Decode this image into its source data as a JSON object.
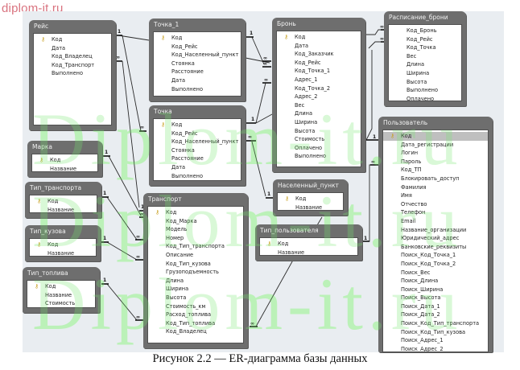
{
  "site_label": "diplom-it.ru",
  "watermark": "Diplom-it.ru",
  "caption": "Рисунок 2.2  — ER-диаграмма базы данных",
  "key_icon": "primary-key-icon",
  "tables": {
    "reys": {
      "title": "Рейс",
      "fields": [
        "Код",
        "Дата",
        "Код_Владелец",
        "Код_Транспорт",
        "Выполнено"
      ],
      "pk": 0
    },
    "tochka1": {
      "title": "Точка_1",
      "fields": [
        "Код",
        "Код_Рейс",
        "Код_Населенный_пункт",
        "Стоянка",
        "Расстояние",
        "Дата",
        "Выполнено"
      ],
      "pk": 0
    },
    "bron": {
      "title": "Бронь",
      "fields": [
        "Код",
        "Дата",
        "Код_Заказчик",
        "Код_Рейс",
        "Код_Точка_1",
        "Адрес_1",
        "Код_Точка_2",
        "Адрес_2",
        "Вес",
        "Длина",
        "Ширина",
        "Высота",
        "Стоимость",
        "Оплачено",
        "Выполнено"
      ],
      "pk": 0
    },
    "raspisanie": {
      "title": "Расписание_брони",
      "fields": [
        "Код_Бронь",
        "Код_Рейс",
        "Код_Точка",
        "Вес",
        "Длина",
        "Ширина",
        "Высота",
        "Выполнено",
        "Оплачено"
      ],
      "pk": -1
    },
    "tochka": {
      "title": "Точка",
      "fields": [
        "Код",
        "Код_Рейс",
        "Код_Населенный_пункт",
        "Стоянка",
        "Расстояние",
        "Дата",
        "Выполнено"
      ],
      "pk": 0
    },
    "marka": {
      "title": "Марка",
      "fields": [
        "Код",
        "Название"
      ],
      "pk": 0
    },
    "tip_transporta": {
      "title": "Тип_транспорта",
      "fields": [
        "Код",
        "Название"
      ],
      "pk": 0
    },
    "tip_kuzova": {
      "title": "Тип_кузова",
      "fields": [
        "Код",
        "Название"
      ],
      "pk": 0
    },
    "tip_topliva": {
      "title": "Тип_топлива",
      "fields": [
        "Код",
        "Название",
        "Стоимость"
      ],
      "pk": 0
    },
    "transport": {
      "title": "Транспорт",
      "fields": [
        "Код",
        "Код_Марка",
        "Модель",
        "Номер",
        "Код_Тип_транспорта",
        "Описание",
        "Код_Тип_кузова",
        "Грузоподъемность",
        "Длина",
        "Ширина",
        "Высота",
        "Стоимость_км",
        "Расход_топлива",
        "Код_Тип_топлива",
        "Код_Владелец"
      ],
      "pk": 0
    },
    "naselenny": {
      "title": "Населенный_пункт",
      "fields": [
        "Код",
        "Название"
      ],
      "pk": 0
    },
    "tip_polzovatelya": {
      "title": "Тип_пользователя",
      "fields": [
        "Код",
        "Название"
      ],
      "pk": 0
    },
    "polzovatel": {
      "title": "Пользователь",
      "fields": [
        "Код",
        "Дата_регистрации",
        "Логин",
        "Пароль",
        "Код_ТП",
        "Блокировать_доступ",
        "Фамилия",
        "Имя",
        "Отчество",
        "Телефон",
        "Email",
        "Название_организации",
        "Юридический_адрес",
        "Банковские_реквизиты",
        "Поиск_Код_Точка_1",
        "Поиск_Код_Точка_2",
        "Поиск_Вес",
        "Поиск_Длина",
        "Поиск_Ширина",
        "Поиск_Высота",
        "Поиск_Дата_1",
        "Поиск_Дата_2",
        "Поиск_Код_Тип_транспорта",
        "Поиск_Код_Тип_кузова",
        "Поиск_Адрес_1",
        "Поиск_Адрес_2"
      ],
      "pk": 0,
      "selected": 0
    }
  },
  "relationships": [
    {
      "from": "Рейс.Код",
      "to": "Точка_1.Код_Рейс",
      "one": "1",
      "many": "∞"
    },
    {
      "from": "Рейс.Код",
      "to": "Точка.Код_Рейс",
      "one": "1",
      "many": "∞"
    },
    {
      "from": "Транспорт.Код",
      "to": "Рейс.Код_Транспорт",
      "one": "1",
      "many": "∞"
    },
    {
      "from": "Точка_1.Код",
      "to": "Бронь.Код_Точка_1",
      "one": "1",
      "many": "∞"
    },
    {
      "from": "Точка.Код",
      "to": "Бронь.Код_Точка_2",
      "one": "1",
      "many": "∞"
    },
    {
      "from": "Населенный_пункт.Код",
      "to": "Точка.Код_Населенный_пункт",
      "one": "1",
      "many": "∞"
    },
    {
      "from": "Бронь.Код",
      "to": "Расписание_брони.Код_Бронь",
      "one": "1",
      "many": "∞"
    },
    {
      "from": "Пользователь.Код",
      "to": "Бронь.Код_Заказчик",
      "one": "1",
      "many": "∞"
    },
    {
      "from": "Марка.Код",
      "to": "Транспорт.Код_Марка",
      "one": "1",
      "many": "∞"
    },
    {
      "from": "Тип_транспорта.Код",
      "to": "Транспорт.Код_Тип_транспорта",
      "one": "1",
      "many": "∞"
    },
    {
      "from": "Тип_кузова.Код",
      "to": "Транспорт.Код_Тип_кузова",
      "one": "1",
      "many": "∞"
    },
    {
      "from": "Тип_топлива.Код",
      "to": "Транспорт.Код_Тип_топлива",
      "one": "1",
      "many": "∞"
    },
    {
      "from": "Тип_пользователя.Код",
      "to": "Пользователь.Код_ТП",
      "one": "1",
      "many": "∞"
    },
    {
      "from": "Пользователь.Код",
      "to": "Транспорт.Код_Владелец",
      "one": "1",
      "many": "∞"
    }
  ]
}
